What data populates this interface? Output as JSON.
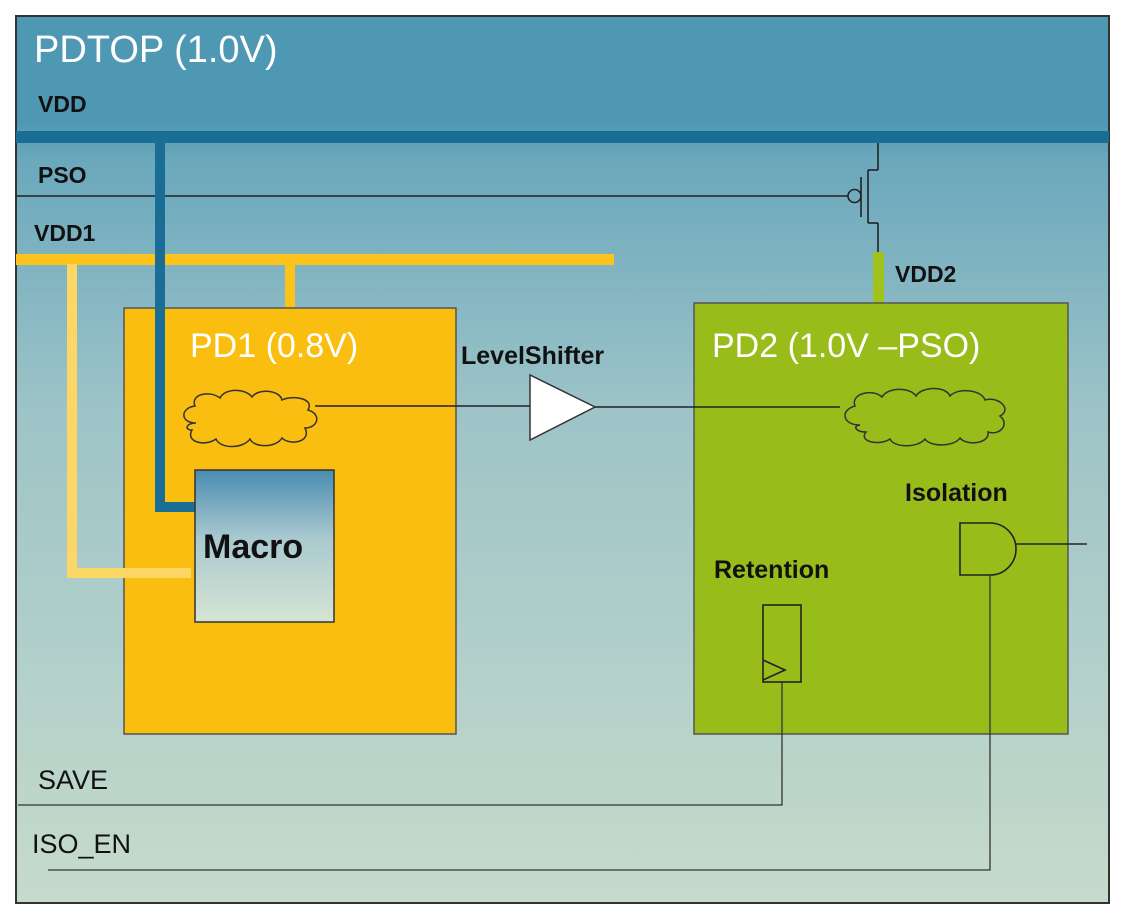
{
  "domain": {
    "title": "PDTOP (1.0V)"
  },
  "rails": {
    "vdd": "VDD",
    "pso": "PSO",
    "vdd1": "VDD1",
    "vdd2": "VDD2"
  },
  "pd1": {
    "label": "PD1 (0.8V)",
    "macro_label": "Macro"
  },
  "pd2": {
    "label": "PD2 (1.0V –PSO)",
    "retention_label": "Retention",
    "isolation_label": "Isolation"
  },
  "level_shifter": {
    "label": "LevelShifter"
  },
  "signals": {
    "save": "SAVE",
    "iso_en": "ISO_EN"
  },
  "colors": {
    "top_band": "#4f98b3",
    "background_bottom": "#c6dbcb",
    "vdd_rail": "#1a6e96",
    "vdd1_rail": "#fbc31c",
    "pd1_fill": "#f9be0f",
    "pd2_fill": "#98bc1a",
    "vdd2_stub": "#a0c21e"
  }
}
